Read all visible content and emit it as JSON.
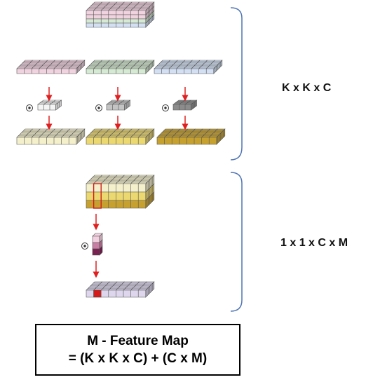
{
  "labels": {
    "depthwise": "K x K x C",
    "pointwise": "1 x 1 x C x M"
  },
  "formula": {
    "line1": "M - Feature Map",
    "line2": "= (K x K x C) + (C x M)"
  },
  "colors": {
    "input_pink": "#f1d3e0",
    "input_green": "#d5ead2",
    "input_blue": "#d3e0f4",
    "kernel_white": "#f4f4f4",
    "kernel_gray": "#c4c4c4",
    "kernel_dark": "#8c8c8c",
    "out_cream": "#f5f0cc",
    "out_yellow": "#ecd870",
    "out_gold": "#c7a12f",
    "point_kernel_top": "#f2d0df",
    "point_kernel_mid": "#c97ea4",
    "point_kernel_bot": "#7a2251",
    "final_map": "#ddd6ec",
    "final_pixel": "#d41a1a",
    "arrow": "#e02020",
    "brace": "#4f74b4"
  }
}
